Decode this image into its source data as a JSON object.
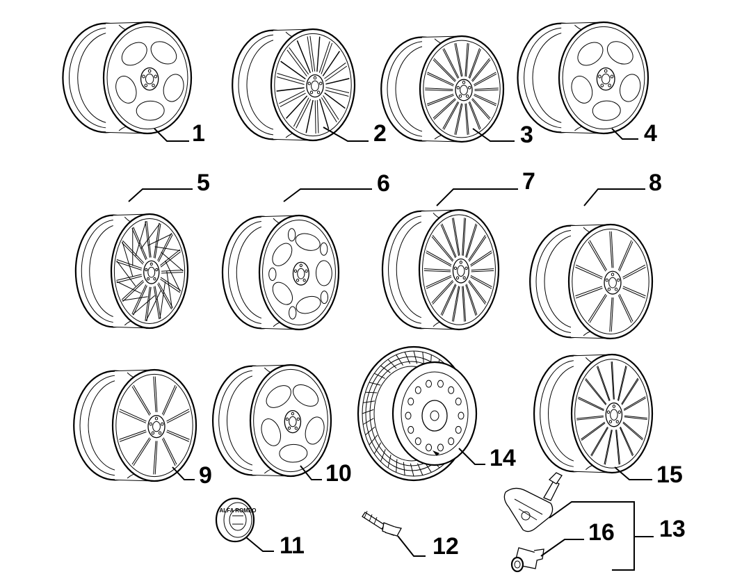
{
  "diagram": {
    "background": "#ffffff",
    "line_color": "#000000",
    "parts": [
      {
        "number": "1",
        "kind": "wheel",
        "style": "five-oval"
      },
      {
        "number": "2",
        "kind": "wheel",
        "style": "multi-spoke-split"
      },
      {
        "number": "3",
        "kind": "wheel",
        "style": "multi-spoke"
      },
      {
        "number": "4",
        "kind": "wheel",
        "style": "five-oval"
      },
      {
        "number": "5",
        "kind": "wheel",
        "style": "mesh"
      },
      {
        "number": "6",
        "kind": "wheel",
        "style": "five-hole"
      },
      {
        "number": "7",
        "kind": "wheel",
        "style": "multi-spoke"
      },
      {
        "number": "8",
        "kind": "wheel",
        "style": "double-five-spoke"
      },
      {
        "number": "9",
        "kind": "wheel",
        "style": "double-five-spoke"
      },
      {
        "number": "10",
        "kind": "wheel",
        "style": "five-oval"
      },
      {
        "number": "11",
        "kind": "center-cap",
        "badge_text": "ALFA ROMEO"
      },
      {
        "number": "12",
        "kind": "wheel-bolt"
      },
      {
        "number": "13",
        "kind": "tpms-group"
      },
      {
        "number": "14",
        "kind": "spare-wheel-with-tyre"
      },
      {
        "number": "15",
        "kind": "wheel",
        "style": "fifteen-spoke"
      },
      {
        "number": "16",
        "kind": "tpms-valve-cap"
      }
    ]
  }
}
